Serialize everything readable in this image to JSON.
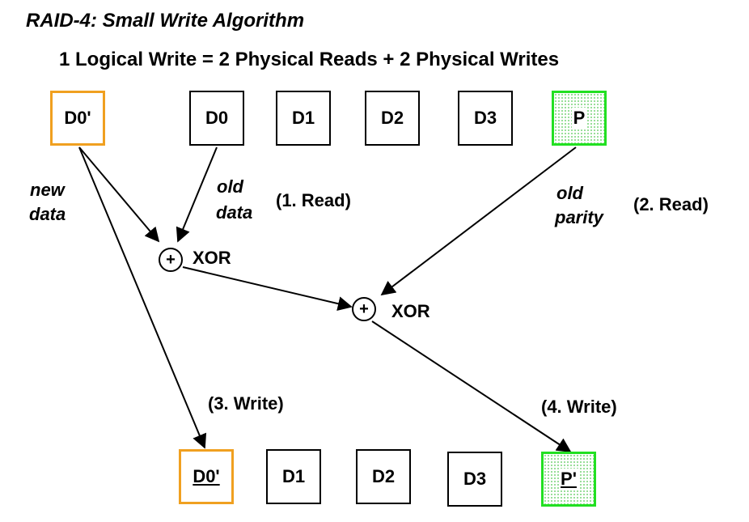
{
  "title": "RAID-4: Small Write Algorithm",
  "subtitle": "1 Logical Write = 2 Physical Reads + 2  Physical Writes",
  "top_row": {
    "new_block": "D0'",
    "d0": "D0",
    "d1": "D1",
    "d2": "D2",
    "d3": "D3",
    "parity": "P"
  },
  "bottom_row": {
    "new_block": "D0'",
    "d1": "D1",
    "d2": "D2",
    "d3": "D3",
    "parity": "P'"
  },
  "labels": {
    "new_data_line1": "new",
    "new_data_line2": "data",
    "old_data_line1": "old",
    "old_data_line2": "data",
    "step1": "(1. Read)",
    "old_parity_line1": "old",
    "old_parity_line2": "parity",
    "step2": "(2. Read)",
    "xor1": "XOR",
    "xor2": "XOR",
    "step3": "(3. Write)",
    "step4": "(4. Write)",
    "xor_symbol": "+"
  },
  "colors": {
    "new_data_border": "#f0a020",
    "parity_border": "#22e022",
    "parity_fill_dots": "#7fd67f"
  }
}
